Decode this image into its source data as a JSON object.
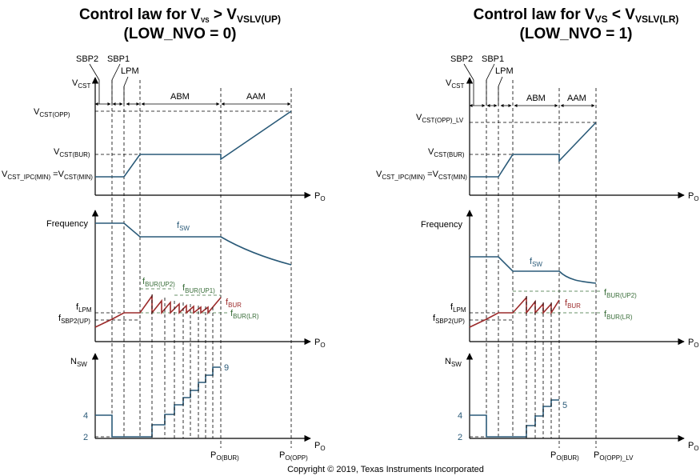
{
  "left": {
    "title1": "Control law for V",
    "title1_sub1": "VS",
    "title1_mid": " > V",
    "title1_sub2": "VSLV(UP)",
    "title2": "(LOW_NVO = 0)",
    "lbl_sbp2": "SBP2",
    "lbl_sbp1": "SBP1",
    "lbl_lpm": "LPM",
    "lbl_abm": "ABM",
    "lbl_aam": "AAM",
    "vcst": "V",
    "vcst_sub": "CST",
    "vcst_opp": "V",
    "vcst_opp_sub": "CST(OPP)",
    "vcst_bur": "V",
    "vcst_bur_sub": "CST(BUR)",
    "vmin_a": "V",
    "vmin_a_sub": "CST_IPC(MIN)",
    "vmin_eq": " =V",
    "vmin_b_sub": "CST(MIN)",
    "po": "P",
    "po_sub": "O",
    "frequency": "Frequency",
    "fsw": "f",
    "fsw_sub": "SW",
    "fbur_up2": "f",
    "fbur_up2_sub": "BUR(UP2)",
    "fbur_up1": "f",
    "fbur_up1_sub": "BUR(UP1)",
    "fbur": "f",
    "fbur_sub": "BUR",
    "fbur_lr": "f",
    "fbur_lr_sub": "BUR(LR)",
    "flpm": "f",
    "flpm_sub": "LPM",
    "fsbp2": "f",
    "fsbp2_sub": "SBP2(UP)",
    "nsw": "N",
    "nsw_sub": "SW",
    "n4": "4",
    "n2": "2",
    "n9": "9",
    "pobur": "P",
    "pobur_sub": "O(BUR)",
    "poopp": "P",
    "poopp_sub": "O(OPP)"
  },
  "right": {
    "title1": "Control law for V",
    "title1_sub1": "VS",
    "title1_mid": " < V",
    "title1_sub2": "VSLV(LR)",
    "title2": "(LOW_NVO = 1)",
    "lbl_sbp2": "SBP2",
    "lbl_sbp1": "SBP1",
    "lbl_lpm": "LPM",
    "lbl_abm": "ABM",
    "lbl_aam": "AAM",
    "vcst": "V",
    "vcst_sub": "CST",
    "vcst_opp": "V",
    "vcst_opp_sub": "CST(OPP)_LV",
    "vcst_bur": "V",
    "vcst_bur_sub": "CST(BUR)",
    "vmin_a": "V",
    "vmin_a_sub": "CST_IPC(MIN)",
    "vmin_eq": " =V",
    "vmin_b_sub": "CST(MIN)",
    "po": "P",
    "po_sub": "O",
    "frequency": "Frequency",
    "fsw": "f",
    "fsw_sub": "SW",
    "fbur_up2": "f",
    "fbur_up2_sub": "BUR(UP2)",
    "fbur": "f",
    "fbur_sub": "BUR",
    "fbur_lr": "f",
    "fbur_lr_sub": "BUR(LR)",
    "flpm": "f",
    "flpm_sub": "LPM",
    "fsbp2": "f",
    "fsbp2_sub": "SBP2(UP)",
    "nsw": "N",
    "nsw_sub": "SW",
    "n4": "4",
    "n2": "2",
    "n5": "5",
    "pobur": "P",
    "pobur_sub": "O(BUR)",
    "poopp": "P",
    "poopp_sub": "O(OPP)_LV"
  },
  "copyright": "Copyright © 2019, Texas Instruments Incorporated",
  "colors": {
    "trace_blue": "#2a5a78",
    "trace_red": "#9c2b2b",
    "label_green": "#3a6e3a"
  }
}
